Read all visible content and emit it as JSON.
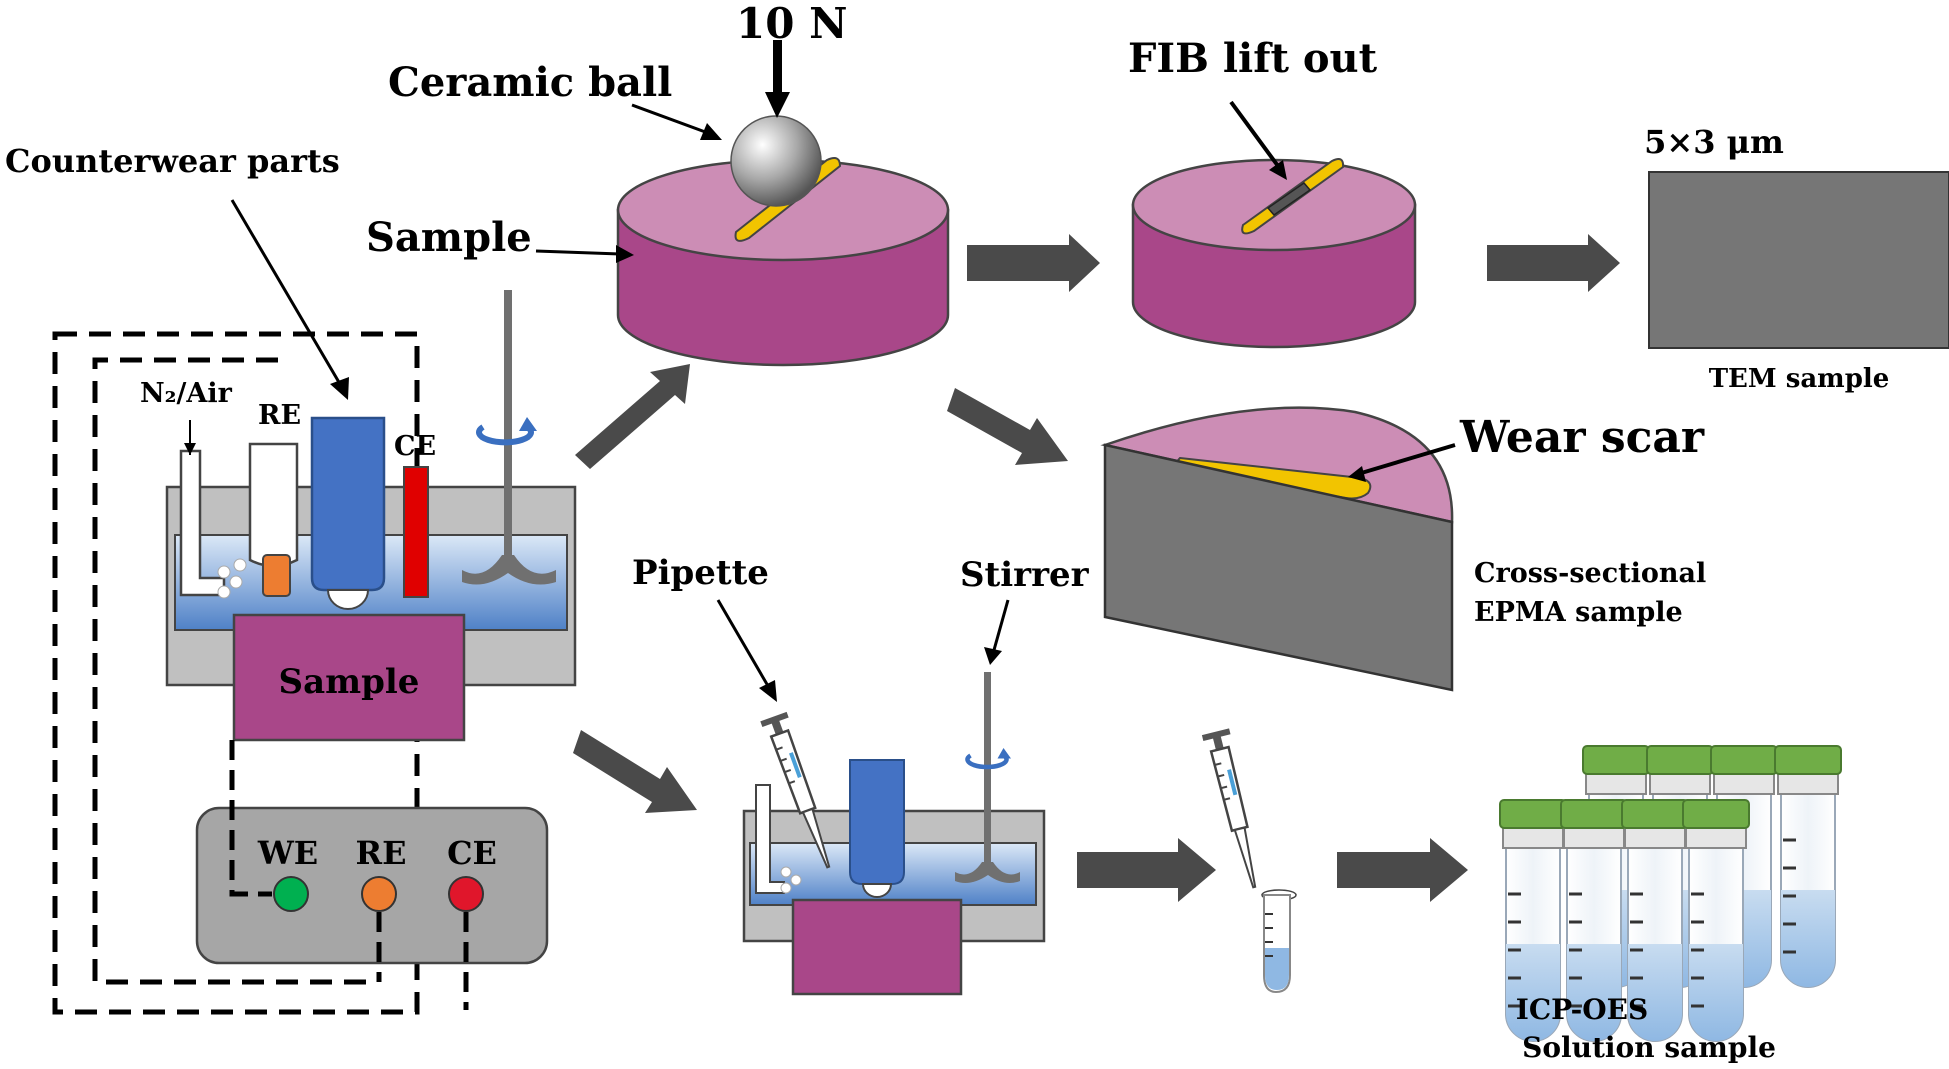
{
  "labels": {
    "force": "10 N",
    "ceramic_ball": "Ceramic ball",
    "counterwear": "Counterwear parts",
    "sample_top": "Sample",
    "n2_air": "N₂/Air",
    "re_top": "RE",
    "ce_top": "CE",
    "sample_cell": "Sample",
    "fib": "FIB lift out",
    "dims": "5×3 μm",
    "tem": "TEM sample",
    "wear_scar": "Wear scar",
    "cross_1": "Cross-sectional",
    "cross_2": "EPMA sample",
    "pipette": "Pipette",
    "stirrer": "Stirrer",
    "we": "WE",
    "re_bottom": "RE",
    "ce_bottom": "CE",
    "icp_1": "ICP-OES",
    "icp_2": "Solution sample"
  },
  "colors": {
    "disk_top": "#cc8db5",
    "disk_side": "#a94789",
    "groove": "#f2c400",
    "gray_block": "#c0c0c0",
    "tem_gray": "#767676",
    "liquid": "#8fb8e3",
    "electrode_blue": "#4472c4",
    "counter_red": "#e00000",
    "ref_orange": "#ed7d31",
    "cap_green": "#70ad47",
    "arrow_gray": "#4a4a4a",
    "we_dot": "#00b050",
    "re_dot": "#ed7d31",
    "ce_dot": "#e0162b"
  }
}
